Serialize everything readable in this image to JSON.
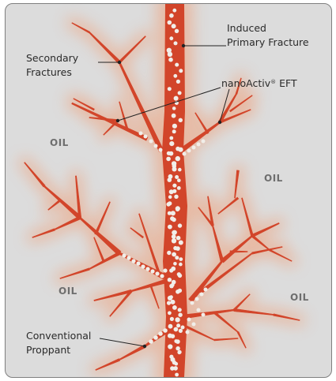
{
  "labels": {
    "primary_line1": "Induced",
    "primary_line2": "Primary Fracture",
    "secondary_line1": "Secondary",
    "secondary_line2": "Fractures",
    "nano_main": "nanoActiv",
    "nano_sup": "®",
    "nano_suffix": " EFT",
    "conv_line1": "Conventional",
    "conv_line2": "Proppant"
  },
  "oil_labels": [
    "OIL",
    "OIL",
    "OIL",
    "OIL"
  ],
  "colors": {
    "fracture": "#d2452a",
    "glow": "#e9b49a",
    "background": "#dcdcdc",
    "proppant": "#f1eee9",
    "border": "#7f7f7f",
    "leader": "#222222"
  }
}
